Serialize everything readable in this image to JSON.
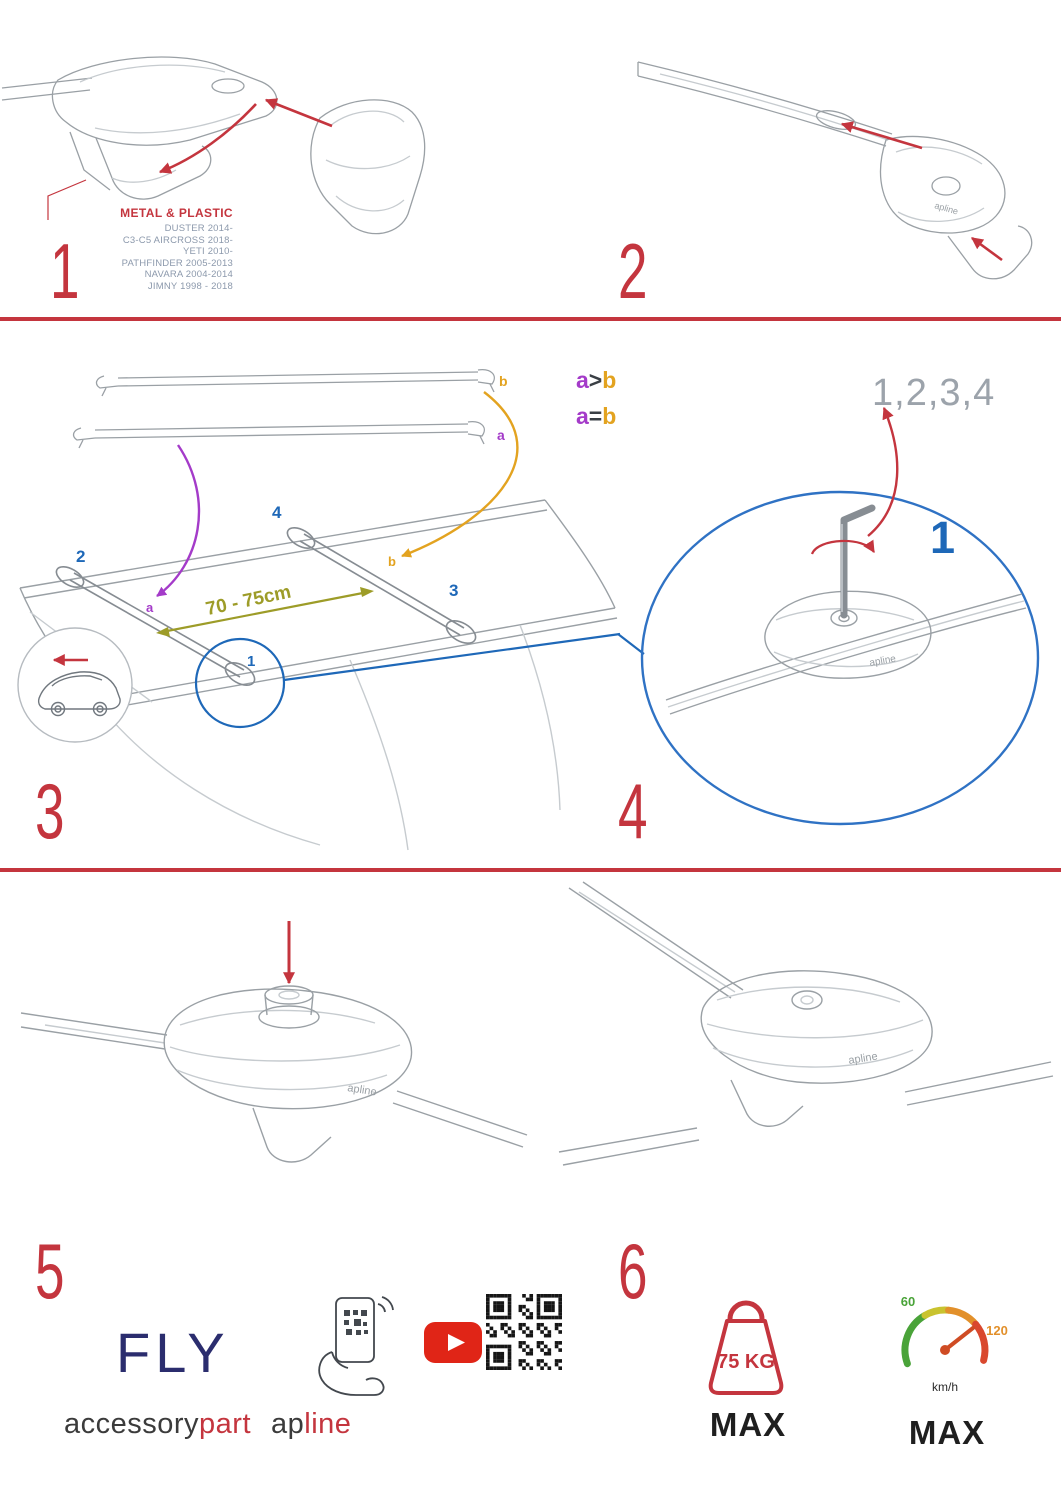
{
  "colors": {
    "red": "#C4353E",
    "blue": "#1E68B8",
    "gray_sequence": "#9CA3AB",
    "purple": "#A43BC9",
    "orange": "#E3A320",
    "olive": "#9D9C28",
    "navy": "#2B2D6E",
    "youtube_red": "#E02517",
    "speed_green": "#4AA339",
    "speed_orange": "#E2902B"
  },
  "brand_small": "apline",
  "step1": {
    "number": "1",
    "material_label": "METAL & PLASTIC",
    "models": [
      "DUSTER 2014-",
      "C3-C5 AIRCROSS 2018-",
      "YETI 2010-",
      "PATHFINDER 2005-2013",
      "NAVARA 2004-2014",
      "JIMNY 1998 - 2018"
    ]
  },
  "step2": {
    "number": "2"
  },
  "step3": {
    "number": "3",
    "relation_1": {
      "a": "a",
      "op": ">",
      "b": "b"
    },
    "relation_2": {
      "a": "a",
      "op": "=",
      "b": "b"
    },
    "distance_label": "70 - 75cm",
    "labels": {
      "bar_b": "b",
      "bar_a": "a",
      "pos_2": "2",
      "pos_4": "4",
      "pos_3": "3",
      "pos_1": "1",
      "roof_a": "a",
      "roof_b": "b"
    }
  },
  "step4": {
    "number": "4",
    "sequence": "1,2,3,4",
    "highlight": "1"
  },
  "step5": {
    "number": "5"
  },
  "step6": {
    "number": "6"
  },
  "footer": {
    "product": "FLY",
    "brand": {
      "accessory": "accessory",
      "part": "part",
      "ap": "ap",
      "line": "line"
    },
    "weight": {
      "value": "75 KG",
      "max": "MAX"
    },
    "speed": {
      "low": "60",
      "high": "120",
      "unit": "km/h",
      "max": "MAX"
    }
  }
}
